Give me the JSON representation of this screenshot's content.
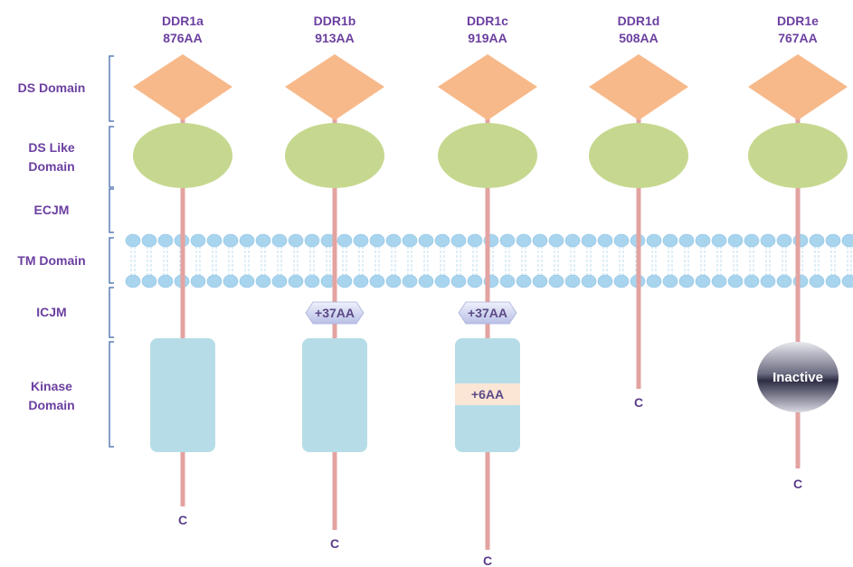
{
  "region_labels": [
    {
      "lines": [
        "DS Domain"
      ]
    },
    {
      "lines": [
        "DS Like",
        "Domain"
      ]
    },
    {
      "lines": [
        "ECJM"
      ]
    },
    {
      "lines": [
        "TM Domain"
      ]
    },
    {
      "lines": [
        "ICJM"
      ]
    },
    {
      "lines": [
        "Kinase",
        "Domain"
      ]
    }
  ],
  "isoforms": [
    {
      "name": "DDR1a",
      "length": "876AA",
      "c_terminus": "C",
      "icjm_insert": "",
      "kinase_insert": "",
      "kinase": true,
      "inactive": false
    },
    {
      "name": "DDR1b",
      "length": "913AA",
      "c_terminus": "C",
      "icjm_insert": "+37AA",
      "kinase_insert": "",
      "kinase": true,
      "inactive": false
    },
    {
      "name": "DDR1c",
      "length": "919AA",
      "c_terminus": "C",
      "icjm_insert": "+37AA",
      "kinase_insert": "+6AA",
      "kinase": true,
      "inactive": false
    },
    {
      "name": "DDR1d",
      "length": "508AA",
      "c_terminus": "C",
      "icjm_insert": "",
      "kinase_insert": "",
      "kinase": false,
      "inactive": false
    },
    {
      "name": "DDR1e",
      "length": "767AA",
      "c_terminus": "C",
      "icjm_insert": "",
      "kinase_insert": "",
      "kinase": false,
      "inactive": true,
      "inactive_label": "Inactive"
    }
  ],
  "colors": {
    "label_text": "#6b3fa0",
    "ds_domain": "#f7b98a",
    "ds_like_domain": "#c6d88f",
    "stem": "#e3a3a0",
    "membrane_head": "#a8d4ee",
    "membrane_tail": "#c8e3f2",
    "kinase": "#b6dde7",
    "kinase_insert": "#fbe6d6",
    "icjm_tag": "#cdd2ef",
    "bracket": "#5b7fb6"
  }
}
